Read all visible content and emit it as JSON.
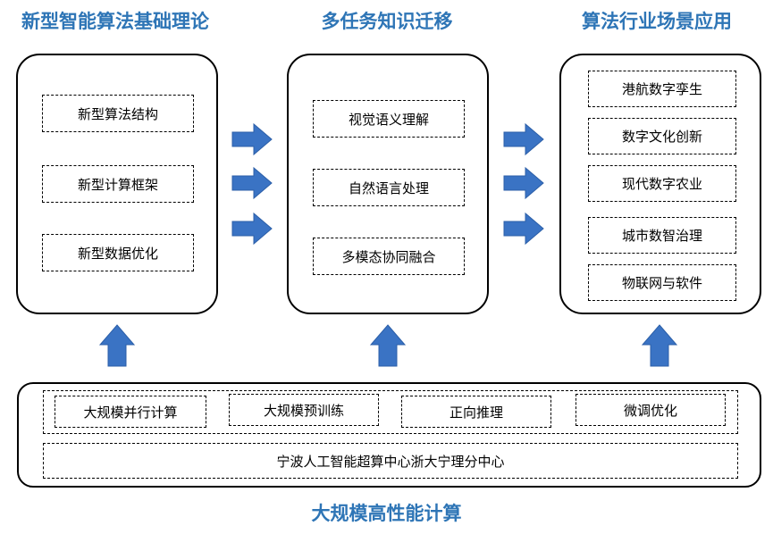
{
  "titles": {
    "theory": "新型智能算法基础理论",
    "transfer": "多任务知识迁移",
    "application": "算法行业场景应用",
    "computing": "大规模高性能计算"
  },
  "theory_items": [
    "新型算法结构",
    "新型计算框架",
    "新型数据优化"
  ],
  "transfer_items": [
    "视觉语义理解",
    "自然语言处理",
    "多模态协同融合"
  ],
  "application_items": [
    "港航数字孪生",
    "数字文化创新",
    "现代数字农业",
    "城市数智治理",
    "物联网与软件"
  ],
  "computing_items": [
    "大规模并行计算",
    "大规模预训练",
    "正向推理",
    "微调优化"
  ],
  "computing_center": "宁波人工智能超算中心浙大宁理分中心",
  "colors": {
    "accent": "#2e75b6",
    "arrow_fill": "#3a73c4",
    "arrow_stroke": "#2c5fa8"
  }
}
